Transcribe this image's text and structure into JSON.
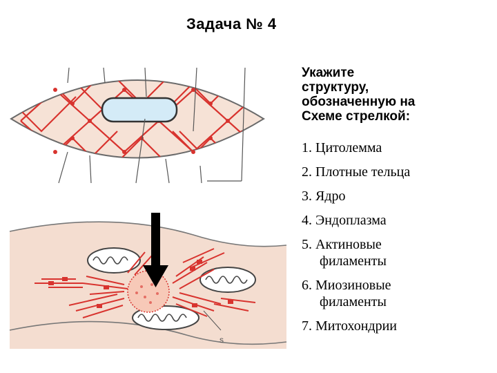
{
  "slide": {
    "title": "Задача № 4",
    "question_lines": [
      "Укажите",
      "структуру,",
      "обозначенную на",
      "Схеме стрелкой:"
    ],
    "options": [
      {
        "text": "1. Цитолемма",
        "cont": ""
      },
      {
        "text": "2. Плотные тельца",
        "cont": ""
      },
      {
        "text": "3. Ядро",
        "cont": ""
      },
      {
        "text": "4. Эндоплазма",
        "cont": ""
      },
      {
        "text": "5. Актиновые",
        "cont": "филаменты"
      },
      {
        "text": "6. Миозиновые",
        "cont": "филаменты"
      },
      {
        "text": "7. Митохондрии",
        "cont": ""
      }
    ],
    "figure_label": "s",
    "colors": {
      "cytoplasm": "#f4ddd0",
      "filament": "#d8332e",
      "nucleus": "#cfe6f5",
      "outline": "#555555",
      "arrow": "#000000"
    }
  }
}
